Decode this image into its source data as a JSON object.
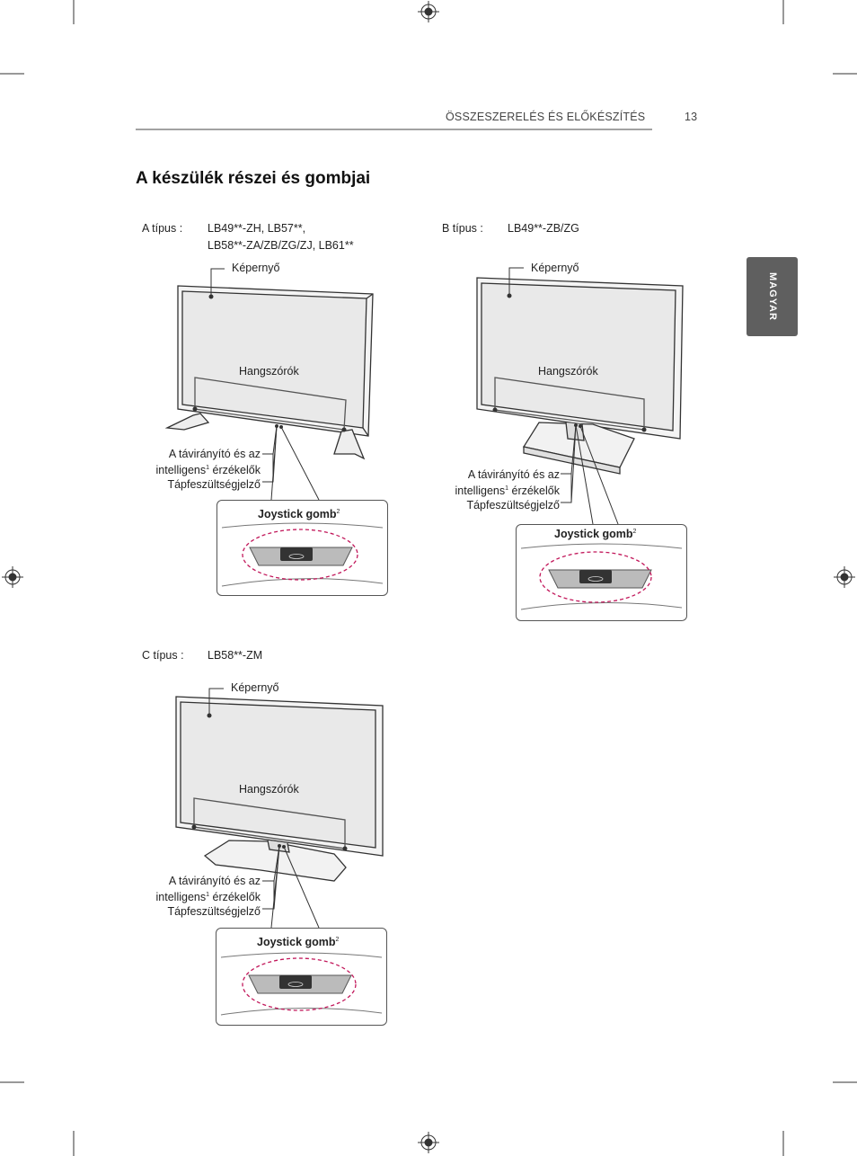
{
  "header": {
    "section": "ÖSSZESZERELÉS ÉS ELŐKÉSZÍTÉS",
    "page_number": "13"
  },
  "side_tab": {
    "label": "MAGYAR"
  },
  "title": "A készülék részei és gombjai",
  "type_a": {
    "label": "A típus :",
    "models_line1": "LB49**-ZH, LB57**,",
    "models_line2": "LB58**-ZA/ZB/ZG/ZJ, LB61**",
    "screen": "Képernyő",
    "speakers": "Hangszórók",
    "sensor_line1": "A távirányító és az",
    "sensor_line2_a": "intelligens",
    "sensor_sup": "1",
    "sensor_line2_b": " érzékelők",
    "power_indicator": "Tápfeszültségjelző",
    "joystick": "Joystick gomb",
    "joystick_sup": "2"
  },
  "type_b": {
    "label": "B típus :",
    "models_line1": "LB49**-ZB/ZG",
    "screen": "Képernyő",
    "speakers": "Hangszórók",
    "sensor_line1": "A távirányító és az",
    "sensor_line2_a": "intelligens",
    "sensor_sup": "1",
    "sensor_line2_b": " érzékelők",
    "power_indicator": "Tápfeszültségjelző",
    "joystick": "Joystick gomb",
    "joystick_sup": "2"
  },
  "type_c": {
    "label": "C típus :",
    "models_line1": "LB58**-ZM",
    "screen": "Képernyő",
    "speakers": "Hangszórók",
    "sensor_line1": "A távirányító és az",
    "sensor_line2_a": "intelligens",
    "sensor_sup": "1",
    "sensor_line2_b": " érzékelők",
    "power_indicator": "Tápfeszültségjelző",
    "joystick": "Joystick gomb",
    "joystick_sup": "2"
  },
  "colors": {
    "tab_bg": "#5f5f5f",
    "highlight_dash": "#c2185b"
  }
}
